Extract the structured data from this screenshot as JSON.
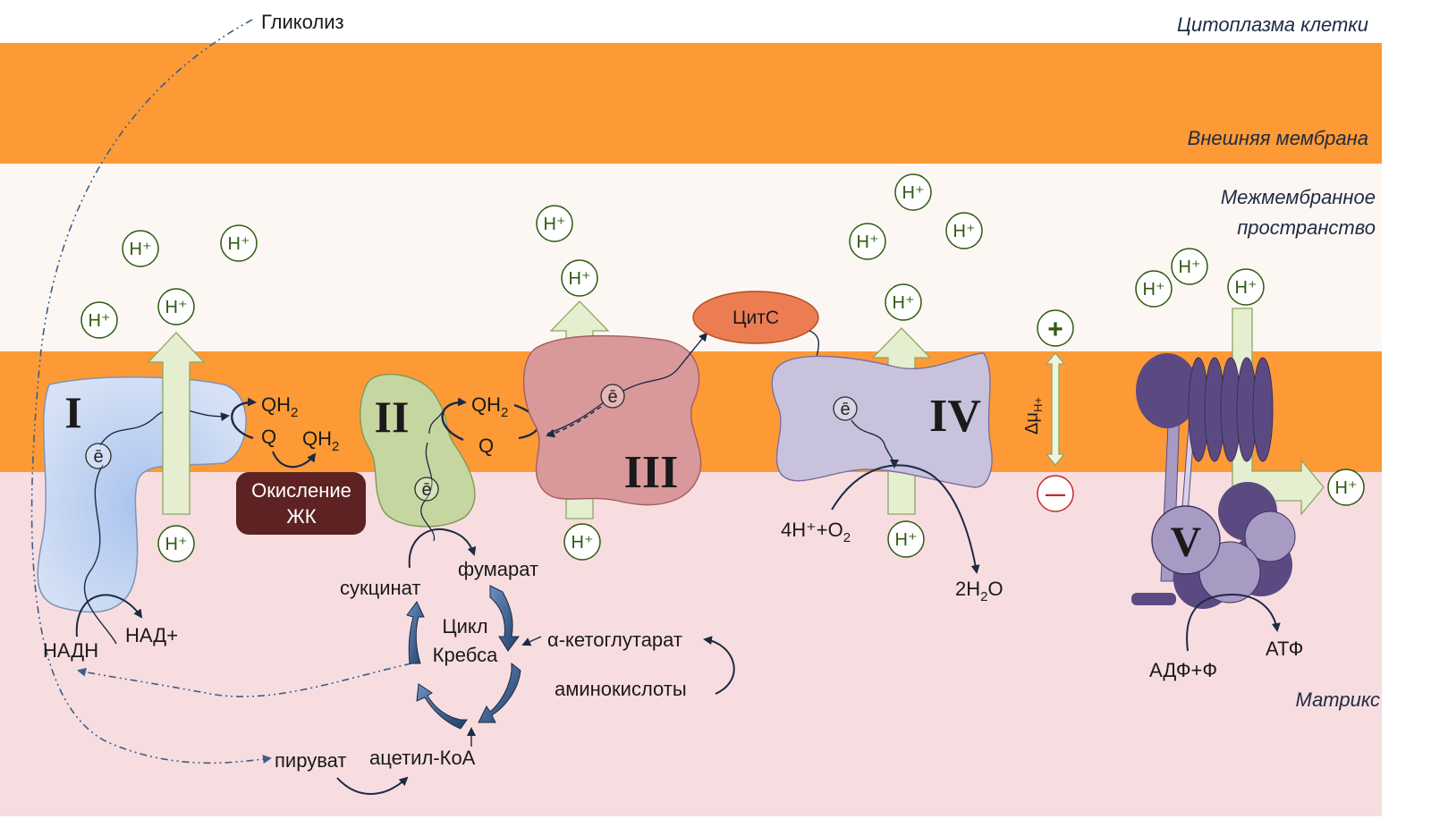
{
  "regions": {
    "cytoplasm": "Цитоплазма клетки",
    "outer_membrane": "Внешняя мембрана",
    "intermembrane_line1": "Межмембранное",
    "intermembrane_line2": "пространство",
    "matrix": "Матрикс"
  },
  "complexes": {
    "c1": "I",
    "c2": "II",
    "c3": "III",
    "c4": "IV",
    "c5": "V"
  },
  "labels": {
    "glycolysis": "Гликолиз",
    "qh2": "QH",
    "q": "Q",
    "fa_oxidation_line1": "Окисление",
    "fa_oxidation_line2": "ЖК",
    "cytc": "ЦитС",
    "nadh": "НАДН",
    "nad": "НАД+",
    "succinate": "сукцинат",
    "fumarate": "фумарат",
    "krebs_line1": "Цикл",
    "krebs_line2": "Кребса",
    "akg": "α-кетоглутарат",
    "amino": "аминокислоты",
    "pyruvate": "пируват",
    "acetylcoa": "ацетил-КоА",
    "o2_reactant": "4H⁺+O",
    "water": "2H",
    "water_o": "O",
    "adp": "АДФ+Ф",
    "atp": "АТФ",
    "delta_mu": "Δμ",
    "delta_sub": "H+",
    "plus": "+",
    "minus": "—",
    "h_ion": "H⁺",
    "electron": "ē",
    "sub2": "2"
  },
  "colors": {
    "orange": "#fd9a36",
    "intermembrane": "#fdf7f3",
    "matrix": "#f8dde0",
    "complex1": "#c4d4ef",
    "complex2": "#c5d6a0",
    "complex3": "#d9999b",
    "complex4": "#c9c2dc",
    "complex5": "#5b4a82",
    "cytc": "#ec7d52",
    "fa_box": "#5e2222",
    "hion": "#2f5a10"
  }
}
